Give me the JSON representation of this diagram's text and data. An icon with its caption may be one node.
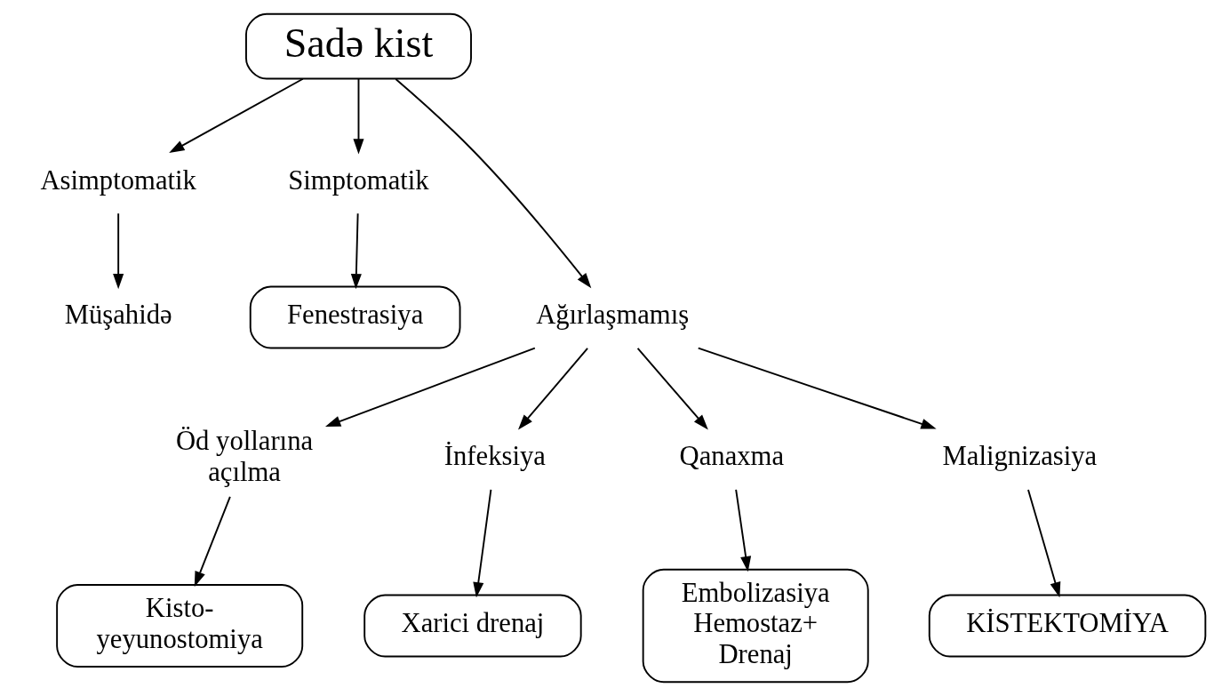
{
  "diagram": {
    "nodes": [
      {
        "text": [
          "Sadə kist"
        ]
      },
      {
        "text": [
          "Asimptomatik"
        ]
      },
      {
        "text": [
          "Simptomatik"
        ]
      },
      {
        "text": [
          "Müşahidə"
        ]
      },
      {
        "text": [
          "Fenestrasiya"
        ]
      },
      {
        "text": [
          "Ağırlaşmamış"
        ]
      },
      {
        "text": [
          "Öd yollarına açılma"
        ]
      },
      {
        "text": [
          "İnfeksiya"
        ]
      },
      {
        "text": [
          "Qanaxma"
        ]
      },
      {
        "text": [
          "Malignizasiya"
        ]
      },
      {
        "text": [
          "Kisto- yeyunostomiya"
        ]
      },
      {
        "text": [
          "Xarici drenaj"
        ]
      },
      {
        "text": [
          "Embolizasiya Hemostaz+ Drenaj"
        ]
      },
      {
        "text": [
          "KİSTEKTOMİYA"
        ]
      }
    ],
    "edges": [
      {
        "from": 0,
        "to": 1,
        "arrow": "to"
      },
      {
        "from": 0,
        "to": 2,
        "arrow": "to"
      },
      {
        "from": 1,
        "to": 3,
        "arrow": "to"
      },
      {
        "from": 2,
        "to": 4,
        "arrow": "to"
      },
      {
        "from": 0,
        "to": 5,
        "arrow": "to"
      },
      {
        "from": 5,
        "to": 6,
        "arrow": "to"
      },
      {
        "from": 5,
        "to": 7,
        "arrow": "to"
      },
      {
        "from": 5,
        "to": 8,
        "arrow": "to"
      },
      {
        "from": 5,
        "to": 9,
        "arrow": "to"
      },
      {
        "from": 6,
        "to": 10,
        "arrow": "to"
      },
      {
        "from": 7,
        "to": 11,
        "arrow": "to"
      },
      {
        "from": 8,
        "to": 12,
        "arrow": "to"
      },
      {
        "from": 9,
        "to": 13,
        "arrow": "to"
      }
    ]
  }
}
